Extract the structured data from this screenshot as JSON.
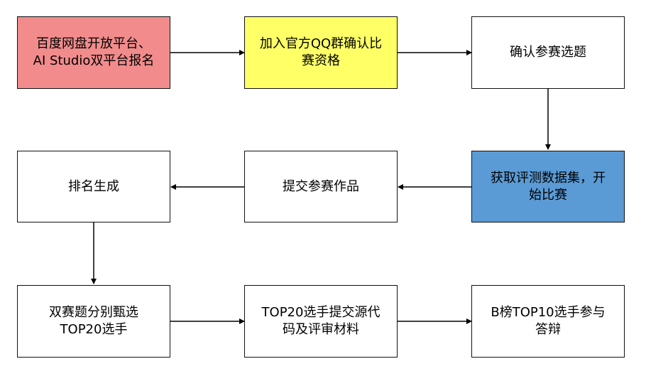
{
  "nodes": {
    "n1": {
      "label": "百度网盘开放平台、\nAI Studio双平台报名",
      "color": "#F28C8C"
    },
    "n2": {
      "label": "加入官方QQ群确认比\n赛资格",
      "color": "#FFFF66"
    },
    "n3": {
      "label": "确认参赛选题",
      "color": "#FFFFFF"
    },
    "n4": {
      "label": "获取评测数据集，开\n始比赛",
      "color": "#5B9BD5"
    },
    "n5": {
      "label": "提交参赛作品",
      "color": "#FFFFFF"
    },
    "n6": {
      "label": "排名生成",
      "color": "#FFFFFF"
    },
    "n7": {
      "label": "双赛题分别甄选\nTOP20选手",
      "color": "#FFFFFF"
    },
    "n8": {
      "label": "TOP20选手提交源代\n码及评审材料",
      "color": "#FFFFFF"
    },
    "n9": {
      "label": "B榜TOP10选手参与\n答辩",
      "color": "#FFFFFF"
    }
  },
  "edges": [
    {
      "from": "n1",
      "to": "n2"
    },
    {
      "from": "n2",
      "to": "n3"
    },
    {
      "from": "n3",
      "to": "n4"
    },
    {
      "from": "n4",
      "to": "n5"
    },
    {
      "from": "n5",
      "to": "n6"
    },
    {
      "from": "n6",
      "to": "n7"
    },
    {
      "from": "n7",
      "to": "n8"
    },
    {
      "from": "n8",
      "to": "n9"
    }
  ]
}
